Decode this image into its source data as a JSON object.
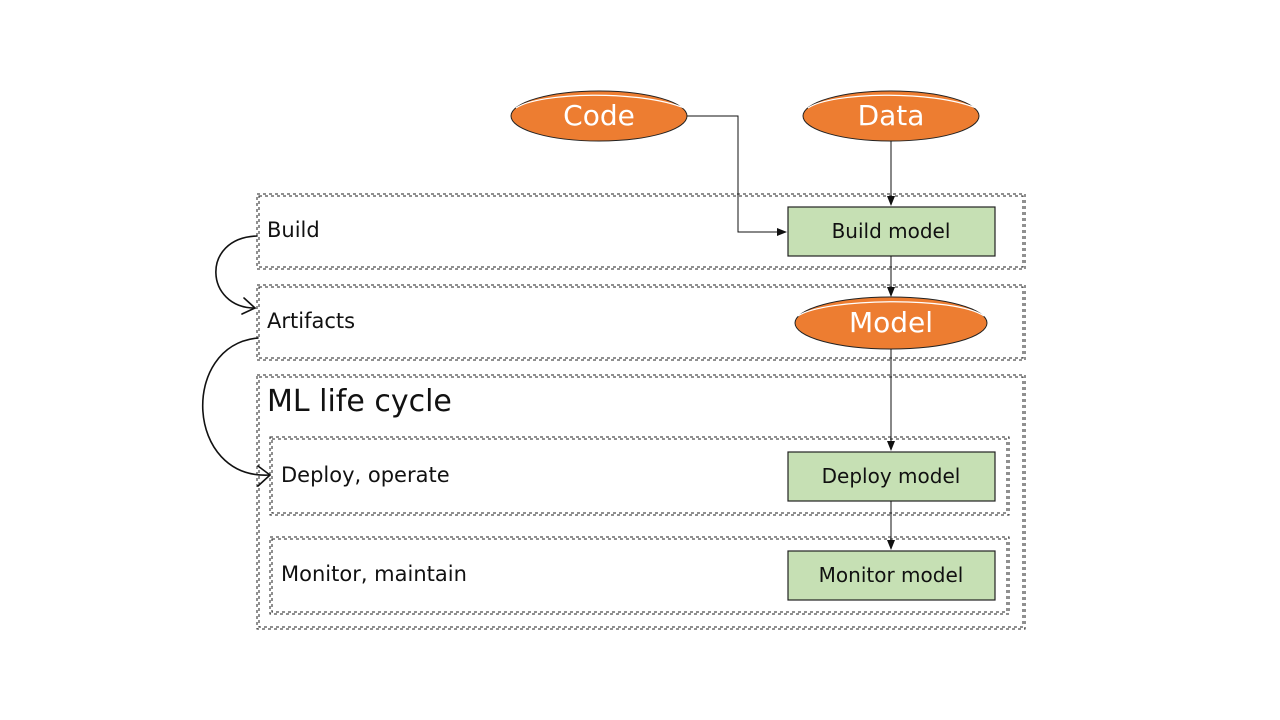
{
  "inputs": {
    "code": "Code",
    "data": "Data"
  },
  "stages": {
    "build": "Build",
    "artifacts": "Artifacts",
    "lifecycle": "ML life cycle",
    "deploy": "Deploy, operate",
    "monitor": "Monitor, maintain"
  },
  "nodes": {
    "build_model": "Build model",
    "model": "Model",
    "deploy_model": "Deploy model",
    "monitor_model": "Monitor model"
  },
  "colors": {
    "oval_fill": "#ED7D31",
    "box_fill": "#C6E0B4",
    "outline": "#222222"
  }
}
